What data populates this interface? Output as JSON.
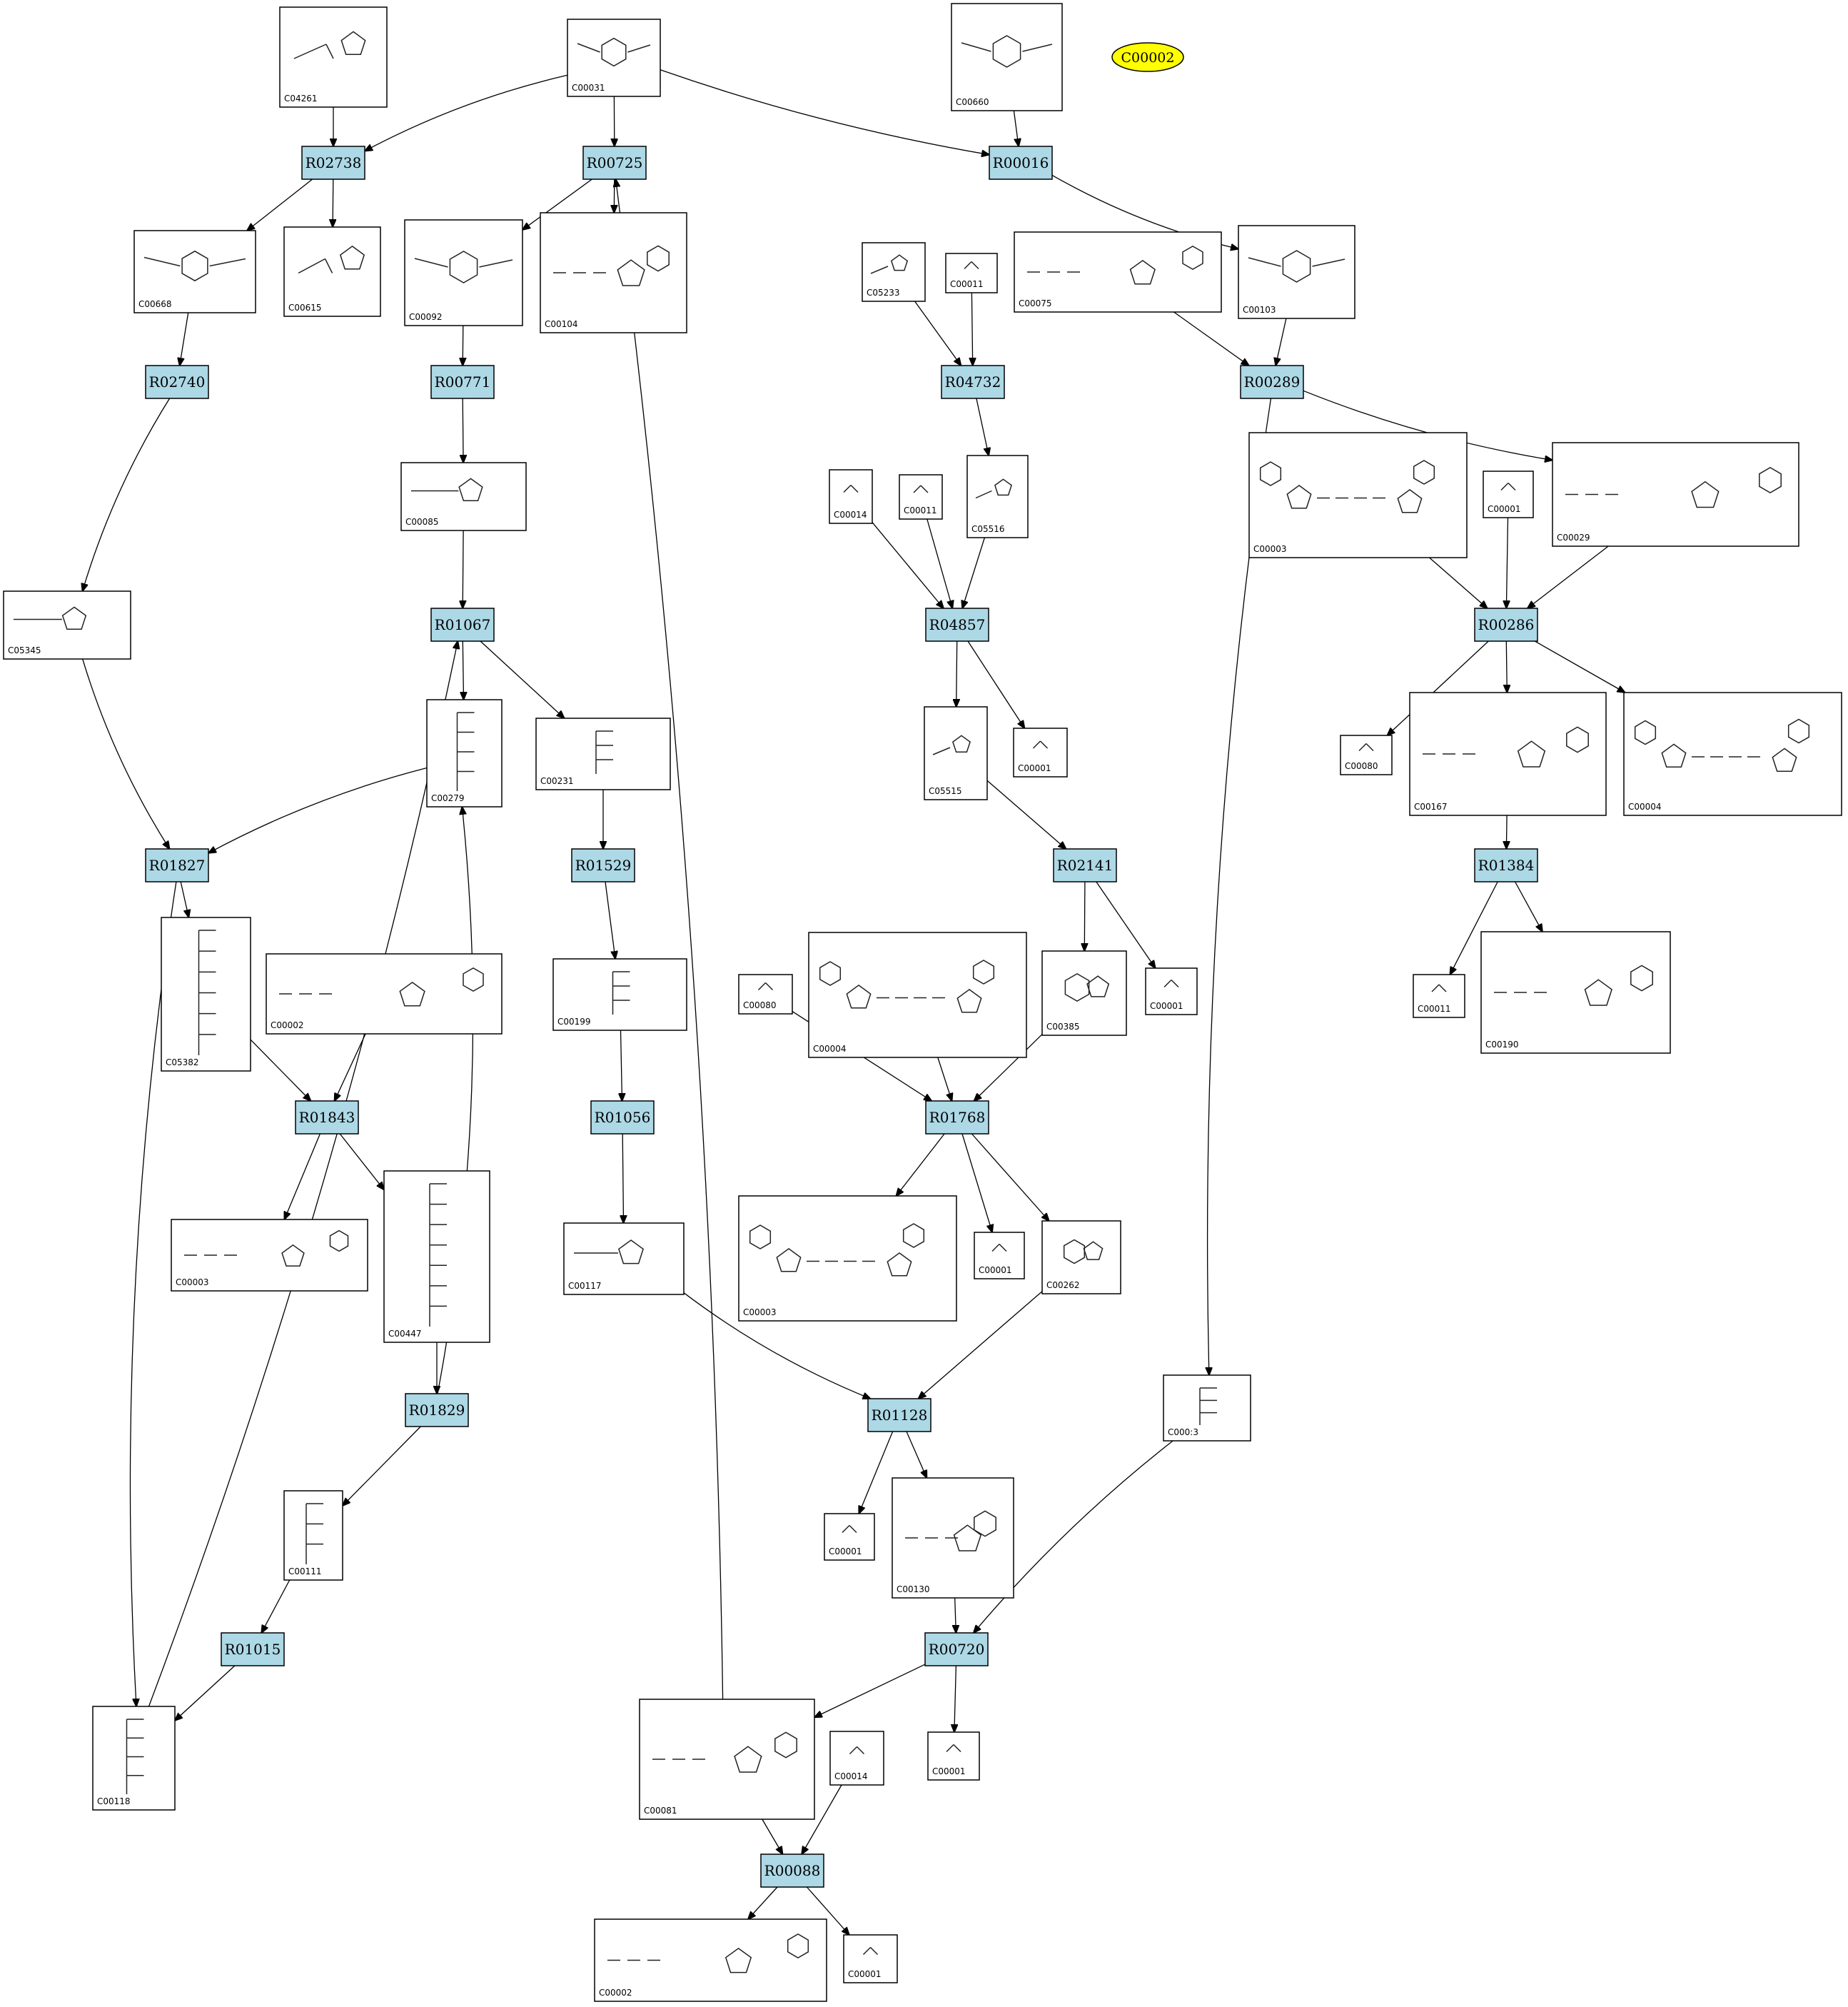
{
  "highlight": {
    "id": "hl-C00002",
    "label": "C00002",
    "color": "#ffff00"
  },
  "colors": {
    "reaction_fill": "#add8e6",
    "compound_fill": "#ffffff",
    "highlight_fill": "#ffff00"
  },
  "reactions": [
    {
      "id": "R02738",
      "label": "R02738"
    },
    {
      "id": "R00725",
      "label": "R00725"
    },
    {
      "id": "R00016",
      "label": "R00016"
    },
    {
      "id": "R02740",
      "label": "R02740"
    },
    {
      "id": "R00771",
      "label": "R00771"
    },
    {
      "id": "R04732",
      "label": "R04732"
    },
    {
      "id": "R00289",
      "label": "R00289"
    },
    {
      "id": "R01067",
      "label": "R01067"
    },
    {
      "id": "R04857",
      "label": "R04857"
    },
    {
      "id": "R00286",
      "label": "R00286"
    },
    {
      "id": "R01827",
      "label": "R01827"
    },
    {
      "id": "R01529",
      "label": "R01529"
    },
    {
      "id": "R02141",
      "label": "R02141"
    },
    {
      "id": "R01384",
      "label": "R01384"
    },
    {
      "id": "R01843",
      "label": "R01843"
    },
    {
      "id": "R01056",
      "label": "R01056"
    },
    {
      "id": "R01768",
      "label": "R01768"
    },
    {
      "id": "R01829",
      "label": "R01829"
    },
    {
      "id": "R01128",
      "label": "R01128"
    },
    {
      "id": "R01015",
      "label": "R01015"
    },
    {
      "id": "R00720",
      "label": "R00720"
    },
    {
      "id": "R00088",
      "label": "R00088"
    }
  ],
  "compounds": [
    {
      "id": "c-C04261",
      "label": "C04261",
      "glyph": "amide-imidazole"
    },
    {
      "id": "c-C00031",
      "label": "C00031",
      "glyph": "pyranose"
    },
    {
      "id": "c-C00660",
      "label": "C00660",
      "glyph": "pyranose"
    },
    {
      "id": "c-C00668",
      "label": "C00668",
      "glyph": "pyranose"
    },
    {
      "id": "c-C00615",
      "label": "C00615",
      "glyph": "amide-imidazole"
    },
    {
      "id": "c-C00092",
      "label": "C00092",
      "glyph": "pyranose"
    },
    {
      "id": "c-C00104",
      "label": "C00104",
      "glyph": "nucleotide"
    },
    {
      "id": "c-C05233",
      "label": "C05233",
      "glyph": "imidazole"
    },
    {
      "id": "c-C00011a",
      "label": "C00011",
      "glyph": "small"
    },
    {
      "id": "c-C00075",
      "label": "C00075",
      "glyph": "nucleotide"
    },
    {
      "id": "c-C00103",
      "label": "C00103",
      "glyph": "pyranose"
    },
    {
      "id": "c-C00085",
      "label": "C00085",
      "glyph": "furanose"
    },
    {
      "id": "c-C00014a",
      "label": "C00014",
      "glyph": "small"
    },
    {
      "id": "c-C00011b",
      "label": "C00011",
      "glyph": "small"
    },
    {
      "id": "c-C05516",
      "label": "C05516",
      "glyph": "imidazole"
    },
    {
      "id": "c-C00003a",
      "label": "C00003",
      "glyph": "dinucleotide"
    },
    {
      "id": "c-C00001a",
      "label": "C00001",
      "glyph": "small"
    },
    {
      "id": "c-C00029",
      "label": "C00029",
      "glyph": "nucleotide"
    },
    {
      "id": "c-C05345",
      "label": "C05345",
      "glyph": "furanose"
    },
    {
      "id": "c-C00279",
      "label": "C00279",
      "glyph": "chain"
    },
    {
      "id": "c-C00231",
      "label": "C00231",
      "glyph": "chain"
    },
    {
      "id": "c-C05515",
      "label": "C05515",
      "glyph": "imidazole"
    },
    {
      "id": "c-C00001b",
      "label": "C00001",
      "glyph": "small"
    },
    {
      "id": "c-C00080a",
      "label": "C00080",
      "glyph": "small"
    },
    {
      "id": "c-C00167",
      "label": "C00167",
      "glyph": "nucleotide"
    },
    {
      "id": "c-C00004a",
      "label": "C00004",
      "glyph": "dinucleotide"
    },
    {
      "id": "c-C05382",
      "label": "C05382",
      "glyph": "chain"
    },
    {
      "id": "c-C00002a",
      "label": "C00002",
      "glyph": "nucleotide"
    },
    {
      "id": "c-C00199",
      "label": "C00199",
      "glyph": "chain"
    },
    {
      "id": "c-C00080b",
      "label": "C00080",
      "glyph": "small"
    },
    {
      "id": "c-C00004b",
      "label": "C00004",
      "glyph": "dinucleotide"
    },
    {
      "id": "c-C00385",
      "label": "C00385",
      "glyph": "purine"
    },
    {
      "id": "c-C00001c",
      "label": "C00001",
      "glyph": "small"
    },
    {
      "id": "c-C00011c",
      "label": "C00011",
      "glyph": "small"
    },
    {
      "id": "c-C00190",
      "label": "C00190",
      "glyph": "nucleotide"
    },
    {
      "id": "c-C00003b",
      "label": "C00003",
      "glyph": "nucleotide"
    },
    {
      "id": "c-C00447",
      "label": "C00447",
      "glyph": "chain"
    },
    {
      "id": "c-C00117",
      "label": "C00117",
      "glyph": "furanose"
    },
    {
      "id": "c-C00003c",
      "label": "C00003",
      "glyph": "dinucleotide"
    },
    {
      "id": "c-C00001d",
      "label": "C00001",
      "glyph": "small"
    },
    {
      "id": "c-C00262",
      "label": "C00262",
      "glyph": "purine"
    },
    {
      "id": "c-C00013",
      "label": "C000:3",
      "glyph": "chain"
    },
    {
      "id": "c-C00111",
      "label": "C00111",
      "glyph": "chain"
    },
    {
      "id": "c-C00001e",
      "label": "C00001",
      "glyph": "small"
    },
    {
      "id": "c-C00130",
      "label": "C00130",
      "glyph": "nucleotide"
    },
    {
      "id": "c-C00118",
      "label": "C00118",
      "glyph": "chain"
    },
    {
      "id": "c-C00081",
      "label": "C00081",
      "glyph": "nucleotide"
    },
    {
      "id": "c-C00014b",
      "label": "C00014",
      "glyph": "small"
    },
    {
      "id": "c-C00001f",
      "label": "C00001",
      "glyph": "small"
    },
    {
      "id": "c-C00002b",
      "label": "C00002",
      "glyph": "nucleotide"
    },
    {
      "id": "c-C00001g",
      "label": "C00001",
      "glyph": "small"
    }
  ],
  "edges": [
    [
      "c-C04261",
      "R02738"
    ],
    [
      "c-C00031",
      "R02738"
    ],
    [
      "c-C00031",
      "R00725"
    ],
    [
      "c-C00031",
      "R00016"
    ],
    [
      "c-C00660",
      "R00016"
    ],
    [
      "R02738",
      "c-C00668"
    ],
    [
      "R02738",
      "c-C00615"
    ],
    [
      "R00725",
      "c-C00092"
    ],
    [
      "R00725",
      "c-C00104"
    ],
    [
      "R00016",
      "c-C00103"
    ],
    [
      "c-C00668",
      "R02740"
    ],
    [
      "c-C00092",
      "R00771"
    ],
    [
      "c-C05233",
      "R04732"
    ],
    [
      "c-C00011a",
      "R04732"
    ],
    [
      "c-C00075",
      "R00289"
    ],
    [
      "c-C00103",
      "R00289"
    ],
    [
      "R02740",
      "c-C05345"
    ],
    [
      "R00771",
      "c-C00085"
    ],
    [
      "R04732",
      "c-C05516"
    ],
    [
      "R00289",
      "c-C00029"
    ],
    [
      "R00289",
      "c-C00013"
    ],
    [
      "c-C00085",
      "R01067"
    ],
    [
      "c-C00014a",
      "R04857"
    ],
    [
      "c-C00011b",
      "R04857"
    ],
    [
      "c-C05516",
      "R04857"
    ],
    [
      "c-C00003a",
      "R00286"
    ],
    [
      "c-C00001a",
      "R00286"
    ],
    [
      "c-C00029",
      "R00286"
    ],
    [
      "R01067",
      "c-C00279"
    ],
    [
      "R01067",
      "c-C00231"
    ],
    [
      "R04857",
      "c-C05515"
    ],
    [
      "R04857",
      "c-C00001b"
    ],
    [
      "R00286",
      "c-C00080a"
    ],
    [
      "R00286",
      "c-C00167"
    ],
    [
      "R00286",
      "c-C00004a"
    ],
    [
      "c-C05345",
      "R01827"
    ],
    [
      "c-C00279",
      "R01827"
    ],
    [
      "c-C00231",
      "R01529"
    ],
    [
      "c-C05515",
      "R02141"
    ],
    [
      "c-C00167",
      "R01384"
    ],
    [
      "R01827",
      "c-C05382"
    ],
    [
      "R01827",
      "c-C00118"
    ],
    [
      "R01529",
      "c-C00199"
    ],
    [
      "R02141",
      "c-C00385"
    ],
    [
      "R02141",
      "c-C00001c"
    ],
    [
      "R01384",
      "c-C00011c"
    ],
    [
      "R01384",
      "c-C00190"
    ],
    [
      "c-C05382",
      "R01843"
    ],
    [
      "c-C00002a",
      "R01843"
    ],
    [
      "c-C00199",
      "R01056"
    ],
    [
      "c-C00080b",
      "R01768"
    ],
    [
      "c-C00004b",
      "R01768"
    ],
    [
      "c-C00385",
      "R01768"
    ],
    [
      "R01843",
      "c-C00003b"
    ],
    [
      "R01843",
      "c-C00447"
    ],
    [
      "R01056",
      "c-C00117"
    ],
    [
      "R01768",
      "c-C00003c"
    ],
    [
      "R01768",
      "c-C00001d"
    ],
    [
      "R01768",
      "c-C00262"
    ],
    [
      "c-C00447",
      "R01829"
    ],
    [
      "R01829",
      "c-C00279"
    ],
    [
      "R01829",
      "c-C00111"
    ],
    [
      "c-C00117",
      "R01128"
    ],
    [
      "c-C00262",
      "R01128"
    ],
    [
      "R01128",
      "c-C00001e"
    ],
    [
      "R01128",
      "c-C00130"
    ],
    [
      "c-C00111",
      "R01015"
    ],
    [
      "c-C00130",
      "R00720"
    ],
    [
      "c-C00013",
      "R00720"
    ],
    [
      "R01015",
      "c-C00118"
    ],
    [
      "c-C00118",
      "R01067"
    ],
    [
      "R00720",
      "c-C00081"
    ],
    [
      "R00720",
      "c-C00001f"
    ],
    [
      "c-C00081",
      "R00725"
    ],
    [
      "c-C00081",
      "R00088"
    ],
    [
      "c-C00014b",
      "R00088"
    ],
    [
      "R00088",
      "c-C00002b"
    ],
    [
      "R00088",
      "c-C00001g"
    ]
  ]
}
